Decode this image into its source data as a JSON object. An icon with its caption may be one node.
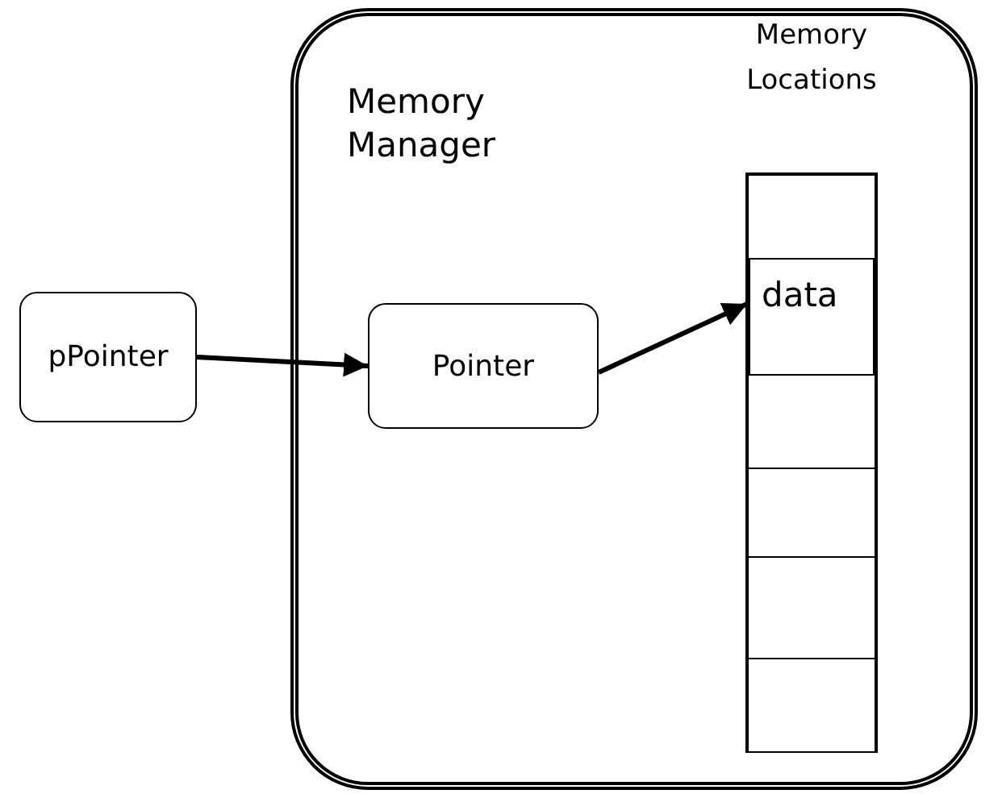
{
  "diagram": {
    "nodes": [
      {
        "text": [
          "Memory Manager"
        ]
      },
      {
        "text": [
          "pPointer"
        ]
      },
      {
        "text": [
          "Pointer"
        ],
        "in": 0
      },
      {
        "text": [
          "Memory Locations"
        ],
        "in": 0
      },
      {
        "text": [],
        "shape": "box",
        "in": 3
      },
      {
        "text": [
          "data"
        ],
        "in": 3
      },
      {
        "text": [],
        "shape": "box",
        "in": 3
      },
      {
        "text": [],
        "shape": "box",
        "in": 3
      },
      {
        "text": [],
        "shape": "box",
        "in": 3
      },
      {
        "text": [],
        "shape": "box",
        "in": 3
      }
    ],
    "edges": [
      {
        "from": 1,
        "to": 2,
        "arrow": "to"
      },
      {
        "from": 2,
        "to": 5,
        "arrow": "to"
      }
    ]
  }
}
